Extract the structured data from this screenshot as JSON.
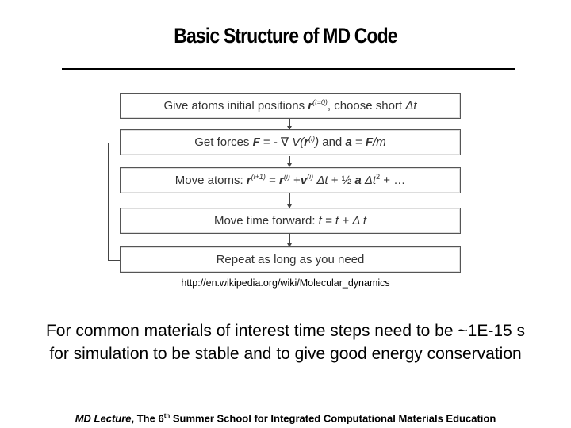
{
  "title": "Basic Structure of MD Code",
  "flow": {
    "b1": {
      "pre": "Give atoms initial positions ",
      "r": "r",
      "sup": "(t=0)",
      "post": ", choose short ",
      "dt": "Δt"
    },
    "b2": {
      "pre": "Get forces ",
      "F": "F",
      "mid": " = - ∇ ",
      "V": "V(",
      "r": "r",
      "sup": "(i)",
      "close": ")",
      "and": " and ",
      "a": "a",
      "eq": " = ",
      "F2": "F",
      "m": "/m"
    },
    "b3": {
      "pre": "Move atoms: ",
      "r1": "r",
      "s1": "(i+1)",
      "eq": " = ",
      "r2": "r",
      "s2": "(i)",
      "plus": " +",
      "v": "v",
      "s3": "(i)",
      "dt": " Δt",
      "mid": " + ½ ",
      "a": "a",
      "dt2": " Δt",
      "s4": "2",
      "tail": " + …"
    },
    "b4": {
      "pre": "Move time forward: ",
      "expr": "t = t + Δ t"
    },
    "b5": {
      "text": "Repeat as long as you need"
    }
  },
  "source_url": "http://en.wikipedia.org/wiki/Molecular_dynamics",
  "body_line1": "For common materials of interest time steps need to be ~1E-15 s",
  "body_line2": "for simulation to be stable and to give good energy conservation",
  "footer": {
    "italic": "MD Lecture",
    "a": ", The 6",
    "sup": "th",
    "b": " Summer School for Integrated Computational Materials Education"
  }
}
